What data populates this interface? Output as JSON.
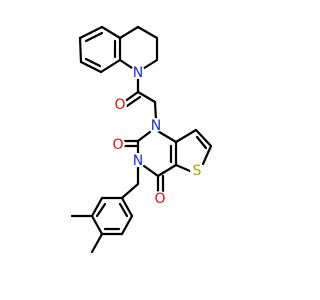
{
  "molecule": {
    "atoms": {
      "N_quinoline": {
        "label": "N",
        "color": "#2030d0"
      },
      "O_amide": {
        "label": "O",
        "color": "#e01010"
      },
      "N1": {
        "label": "N",
        "color": "#2030d0"
      },
      "O2": {
        "label": "O",
        "color": "#e01010"
      },
      "N3": {
        "label": "N",
        "color": "#2030d0"
      },
      "S": {
        "label": "S",
        "color": "#b8a000"
      },
      "O4": {
        "label": "O",
        "color": "#e01010"
      }
    }
  }
}
